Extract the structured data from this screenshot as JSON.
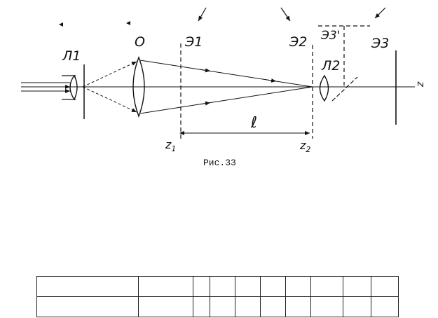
{
  "diagram": {
    "labels": {
      "lens1": "Л1",
      "objective": "О",
      "screen1": "Э1",
      "screen2": "Э2",
      "screen3_prime": "Э3'",
      "lens2": "Л2",
      "screen3": "Э3",
      "axis": "z",
      "z1": "z",
      "z1_sub": "1",
      "z2": "z",
      "z2_sub": "2",
      "distance": "ℓ"
    },
    "caption": "Рис.33"
  },
  "table": {
    "rows": [
      [
        "",
        "",
        "",
        "",
        "",
        "",
        "",
        "",
        "",
        ""
      ],
      [
        "",
        "",
        "",
        "",
        "",
        "",
        "",
        "",
        "",
        ""
      ]
    ]
  }
}
